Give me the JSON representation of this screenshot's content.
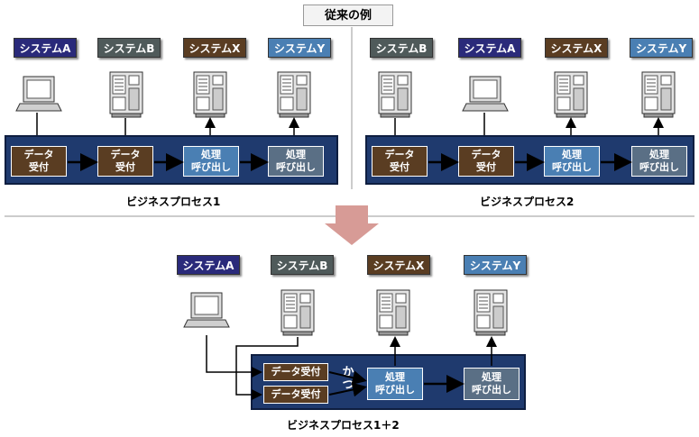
{
  "title": "従来の例",
  "systems": {
    "a": "システムA",
    "b": "システムB",
    "x": "システムX",
    "y": "システムY"
  },
  "process": {
    "receive": "データ\n受付",
    "call": "処理\n呼び出し",
    "receive_single": "データ受付",
    "conjunction": "かつ"
  },
  "captions": {
    "bp1": "ビジネスプロセス1",
    "bp2": "ビジネスプロセス2",
    "bp12": "ビジネスプロセス1＋2"
  },
  "colors": {
    "system_a": "#2a2a7a",
    "system_b": "#4f5a5a",
    "system_x": "#5a3d22",
    "system_y": "#4a7fb3",
    "banner": "#1f3a6e",
    "down_arrow": "#d79b96"
  }
}
